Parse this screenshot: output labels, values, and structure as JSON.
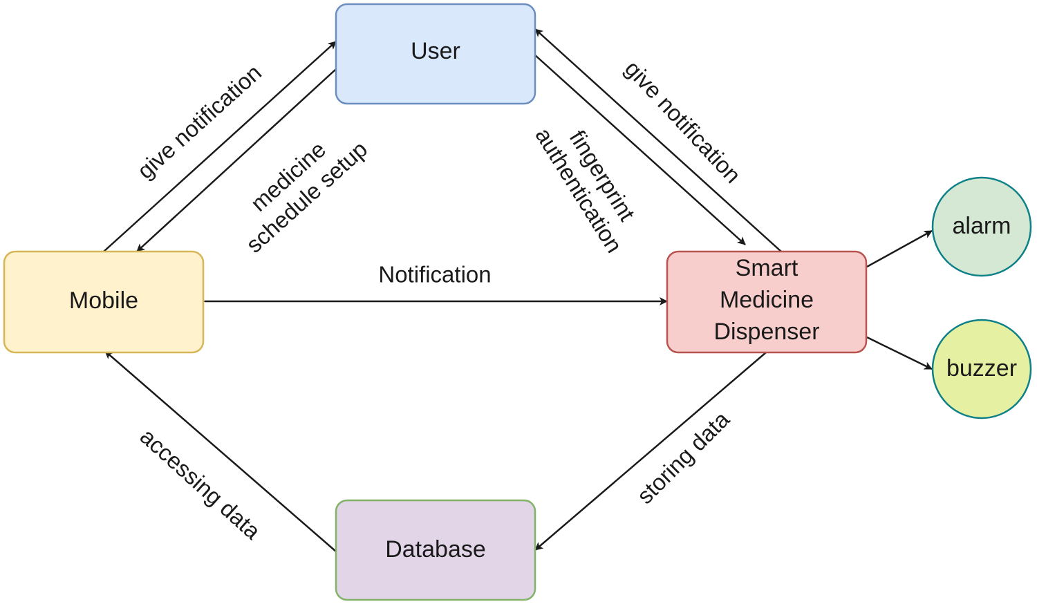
{
  "nodes": {
    "user": {
      "label": "User",
      "fill": "#dae8fc",
      "stroke": "#6c8ebf"
    },
    "mobile": {
      "label": "Mobile",
      "fill": "#fff2cc",
      "stroke": "#d6b656"
    },
    "dispenser": {
      "lines": [
        "Smart",
        "Medicine",
        "Dispenser"
      ],
      "fill": "#f8cecc",
      "stroke": "#b85450"
    },
    "database": {
      "label": "Database",
      "fill": "#e1d5e7",
      "stroke": "#82b366"
    },
    "alarm": {
      "label": "alarm",
      "fill": "#d5e8d4",
      "stroke": "#0e8088"
    },
    "buzzer": {
      "label": "buzzer",
      "fill": "#e6f0a3",
      "stroke": "#0e8088"
    }
  },
  "edges": {
    "mobile_to_user": "give notification",
    "user_to_mobile": [
      "medicine",
      "schedule setup"
    ],
    "user_to_dispenser": [
      "fingerprint",
      "authentication"
    ],
    "dispenser_to_user": "give notification",
    "mobile_dispenser": "Notification",
    "database_to_mobile": "accessing data",
    "dispenser_to_database": "storing data",
    "dispenser_to_alarm": "",
    "dispenser_to_buzzer": ""
  }
}
